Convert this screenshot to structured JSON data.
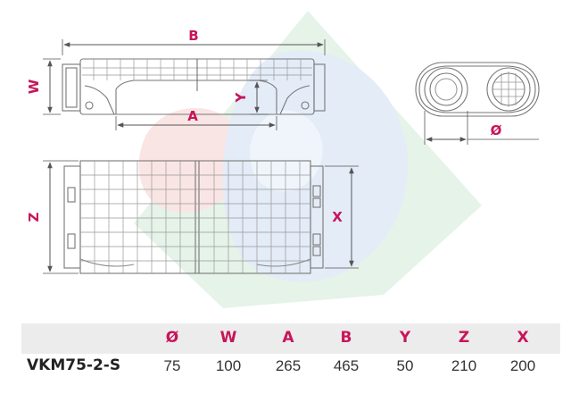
{
  "dimension_labels": {
    "b": "B",
    "w": "W",
    "a": "A",
    "y": "Y",
    "diameter": "Ø",
    "z": "Z",
    "x": "X"
  },
  "table": {
    "headers": [
      "Ø",
      "W",
      "A",
      "B",
      "Y",
      "Z",
      "X"
    ],
    "rows": [
      {
        "model": "VKM75-2-S",
        "values": [
          "75",
          "100",
          "265",
          "465",
          "50",
          "210",
          "200"
        ]
      }
    ]
  },
  "colors": {
    "accent": "#c8145a",
    "line": "#555555",
    "drawing": "#777777",
    "watermark_green": "#d9efe0",
    "watermark_red": "#f7dede",
    "watermark_blue": "#dde9f6",
    "header_band": "#ececec"
  }
}
